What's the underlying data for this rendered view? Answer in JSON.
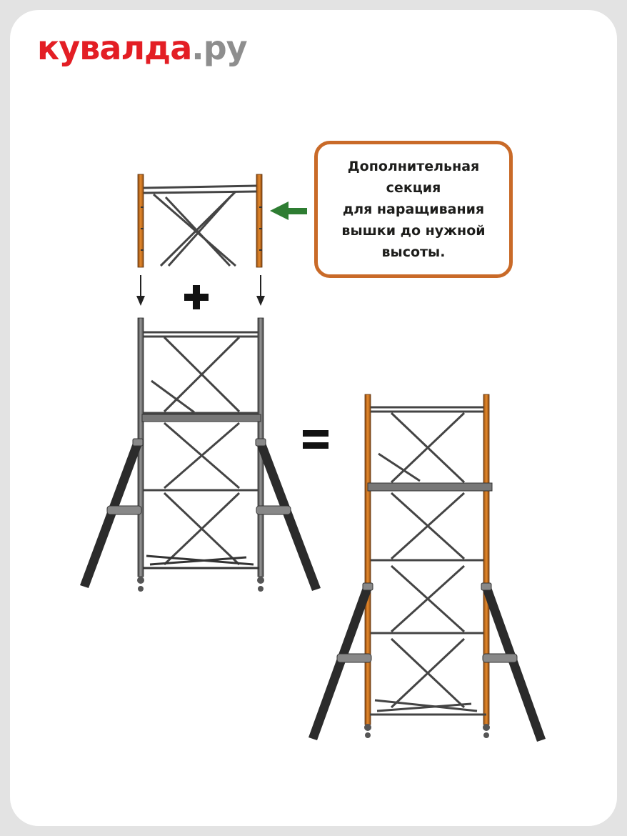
{
  "brand": {
    "name": "кувалда",
    "dot": ".",
    "tld": "ру",
    "red_color": "#e31e24",
    "gray_color": "#8e8e8e"
  },
  "callout": {
    "lines": [
      "Дополнительная",
      "секция",
      "для наращивания",
      "вышки до нужной",
      "высоты."
    ],
    "border_color": "#c96a28",
    "arrow_color": "#2e7d32",
    "arrow_icon": "arrow-left-icon"
  },
  "symbols": {
    "plus_icon": "plus-icon",
    "equals_icon": "equals-icon",
    "down_arrow_icon": "arrow-down-icon"
  },
  "colors": {
    "frame_orange": "#d2781e",
    "frame_gray": "#6f6f6f",
    "outrigger": "#2b2b2b"
  }
}
